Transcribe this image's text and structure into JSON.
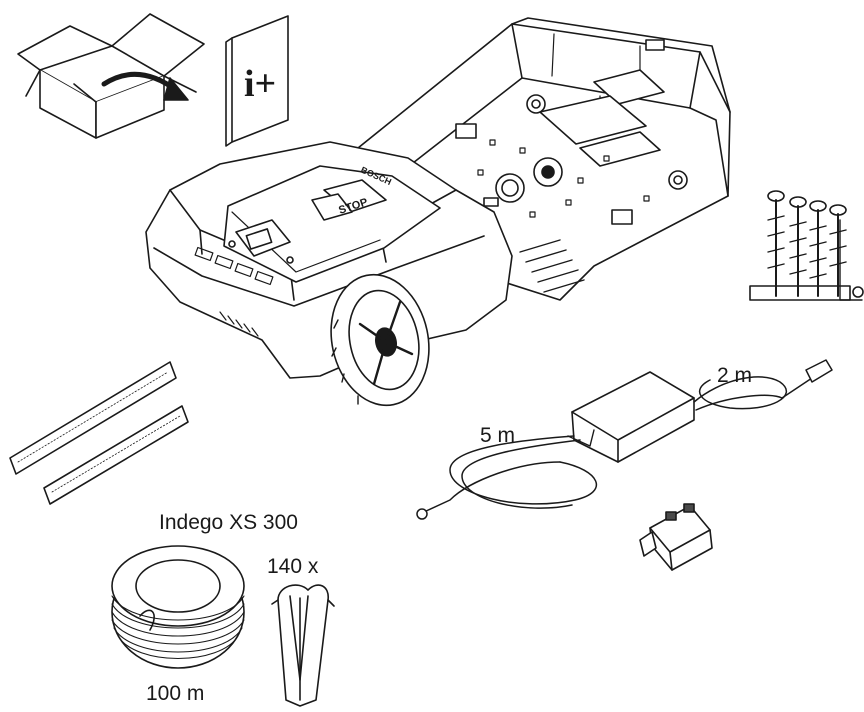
{
  "labels": {
    "model": "Indego XS 300",
    "wire_length": "100 m",
    "peg_count": "140 x",
    "cable_long": "2 m",
    "cable_short": "5 m"
  },
  "mower": {
    "brand_text": "BOSCH",
    "stop_text": "STOP"
  },
  "manual": {
    "symbol": "i+"
  },
  "colors": {
    "line": "#1a1a1a",
    "fill": "#ffffff",
    "shade": "#d9d9d9",
    "dark": "#4a4a4a"
  }
}
